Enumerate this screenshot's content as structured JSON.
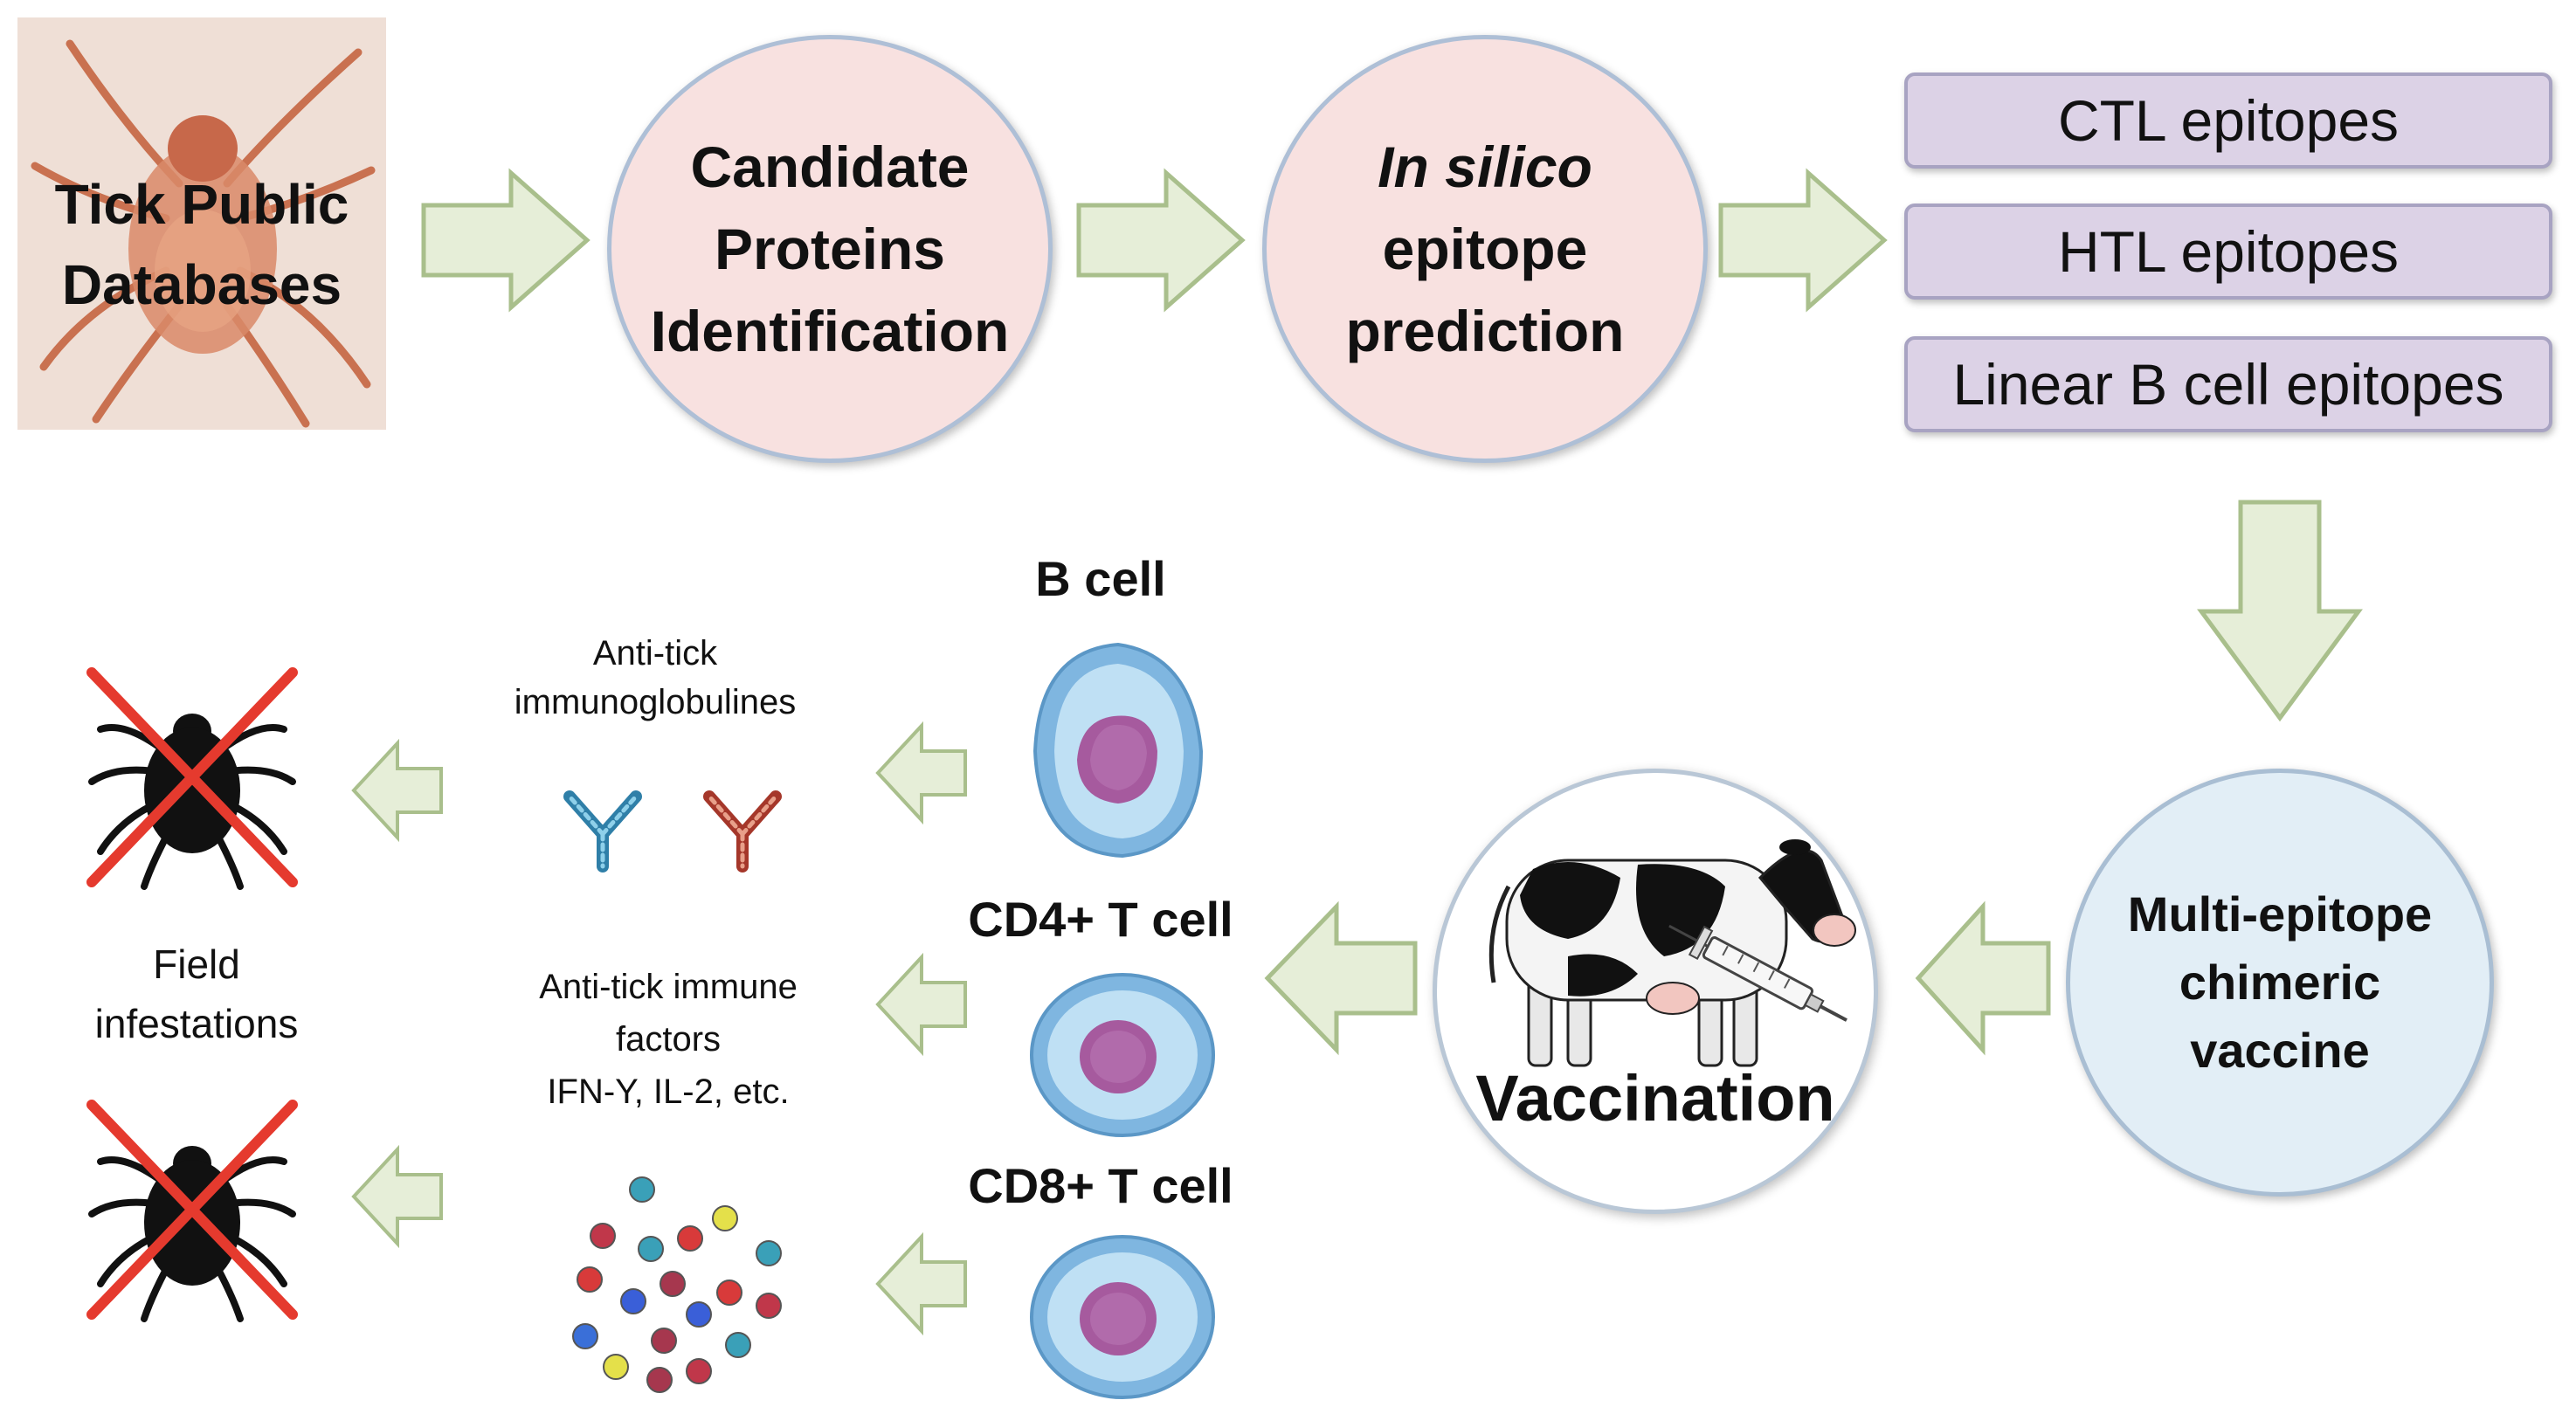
{
  "top_row": {
    "databases": {
      "line1": "Tick Public",
      "line2": "Databases"
    },
    "candidate": {
      "line1": "Candidate",
      "line2": "Proteins",
      "line3": "Identification"
    },
    "prediction": {
      "line1": "In silico",
      "line2": "epitope",
      "line3": "prediction"
    },
    "epitopes": [
      "CTL epitopes",
      "HTL epitopes",
      "Linear B cell epitopes"
    ]
  },
  "vaccine": {
    "line1": "Multi-epitope",
    "line2": "chimeric",
    "line3": "vaccine"
  },
  "vaccination": {
    "label": "Vaccination"
  },
  "cells": {
    "b_cell": "B cell",
    "cd4": "CD4+ T cell",
    "cd8": "CD8+ T cell"
  },
  "responses": {
    "immunoglobulins": {
      "line1": "Anti-tick",
      "line2": "immunoglobulines"
    },
    "immune_factors": {
      "line1": "Anti-tick immune",
      "line2": "factors",
      "line3": "IFN-Y, IL-2, etc."
    }
  },
  "outcome": {
    "line1": "Field",
    "line2": "infestations"
  },
  "colors": {
    "arrow_fill": "#e6eed8",
    "arrow_stroke": "#a9bf8c",
    "circle_pink": "#f8e1e0",
    "circle_blue": "#e2eef6",
    "pill_fill": "#dcd2e6",
    "cross_red": "#e53a2e"
  }
}
